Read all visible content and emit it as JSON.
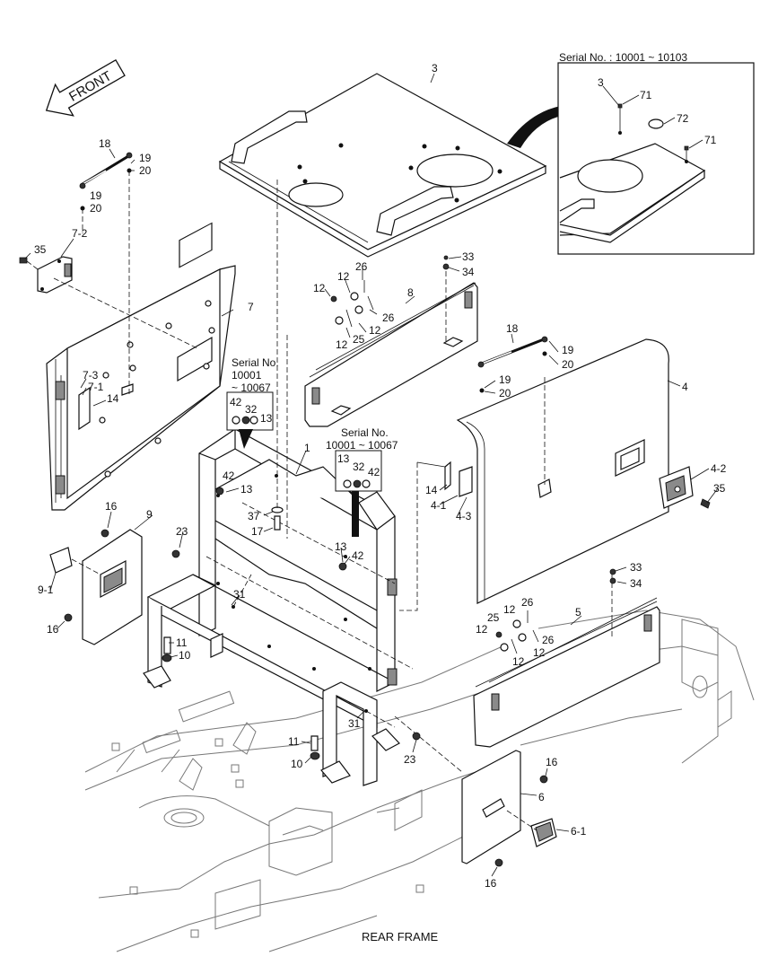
{
  "front_arrow": {
    "label": "FRONT"
  },
  "inset": {
    "title": "Serial No. : 10001 ~ 10103",
    "callouts": [
      "3",
      "71",
      "72",
      "71"
    ]
  },
  "serial_notes": [
    {
      "line1": "Serial No.",
      "line2": "10001",
      "line3": "~ 10067",
      "parts": [
        "42",
        "32",
        "13"
      ]
    },
    {
      "line1": "Serial No.",
      "line2": "10001 ~ 10067",
      "parts": [
        "13",
        "32",
        "42"
      ]
    }
  ],
  "rear_frame_label": "REAR FRAME",
  "callouts": [
    "3",
    "18",
    "19",
    "20",
    "19",
    "20",
    "7-2",
    "35",
    "7",
    "7-3",
    "7-1",
    "14",
    "33",
    "34",
    "26",
    "12",
    "12",
    "8",
    "26",
    "12",
    "12",
    "25",
    "12",
    "18",
    "19",
    "20",
    "19",
    "20",
    "4",
    "1",
    "42",
    "13",
    "37",
    "17",
    "14",
    "4-1",
    "4-3",
    "4-2",
    "35",
    "16",
    "9",
    "23",
    "9-1",
    "16",
    "31",
    "11",
    "10",
    "13",
    "42",
    "33",
    "34",
    "5",
    "26",
    "12",
    "25",
    "12",
    "12",
    "26",
    "12",
    "12",
    "31",
    "11",
    "10",
    "23",
    "16",
    "6",
    "6-1",
    "16"
  ]
}
